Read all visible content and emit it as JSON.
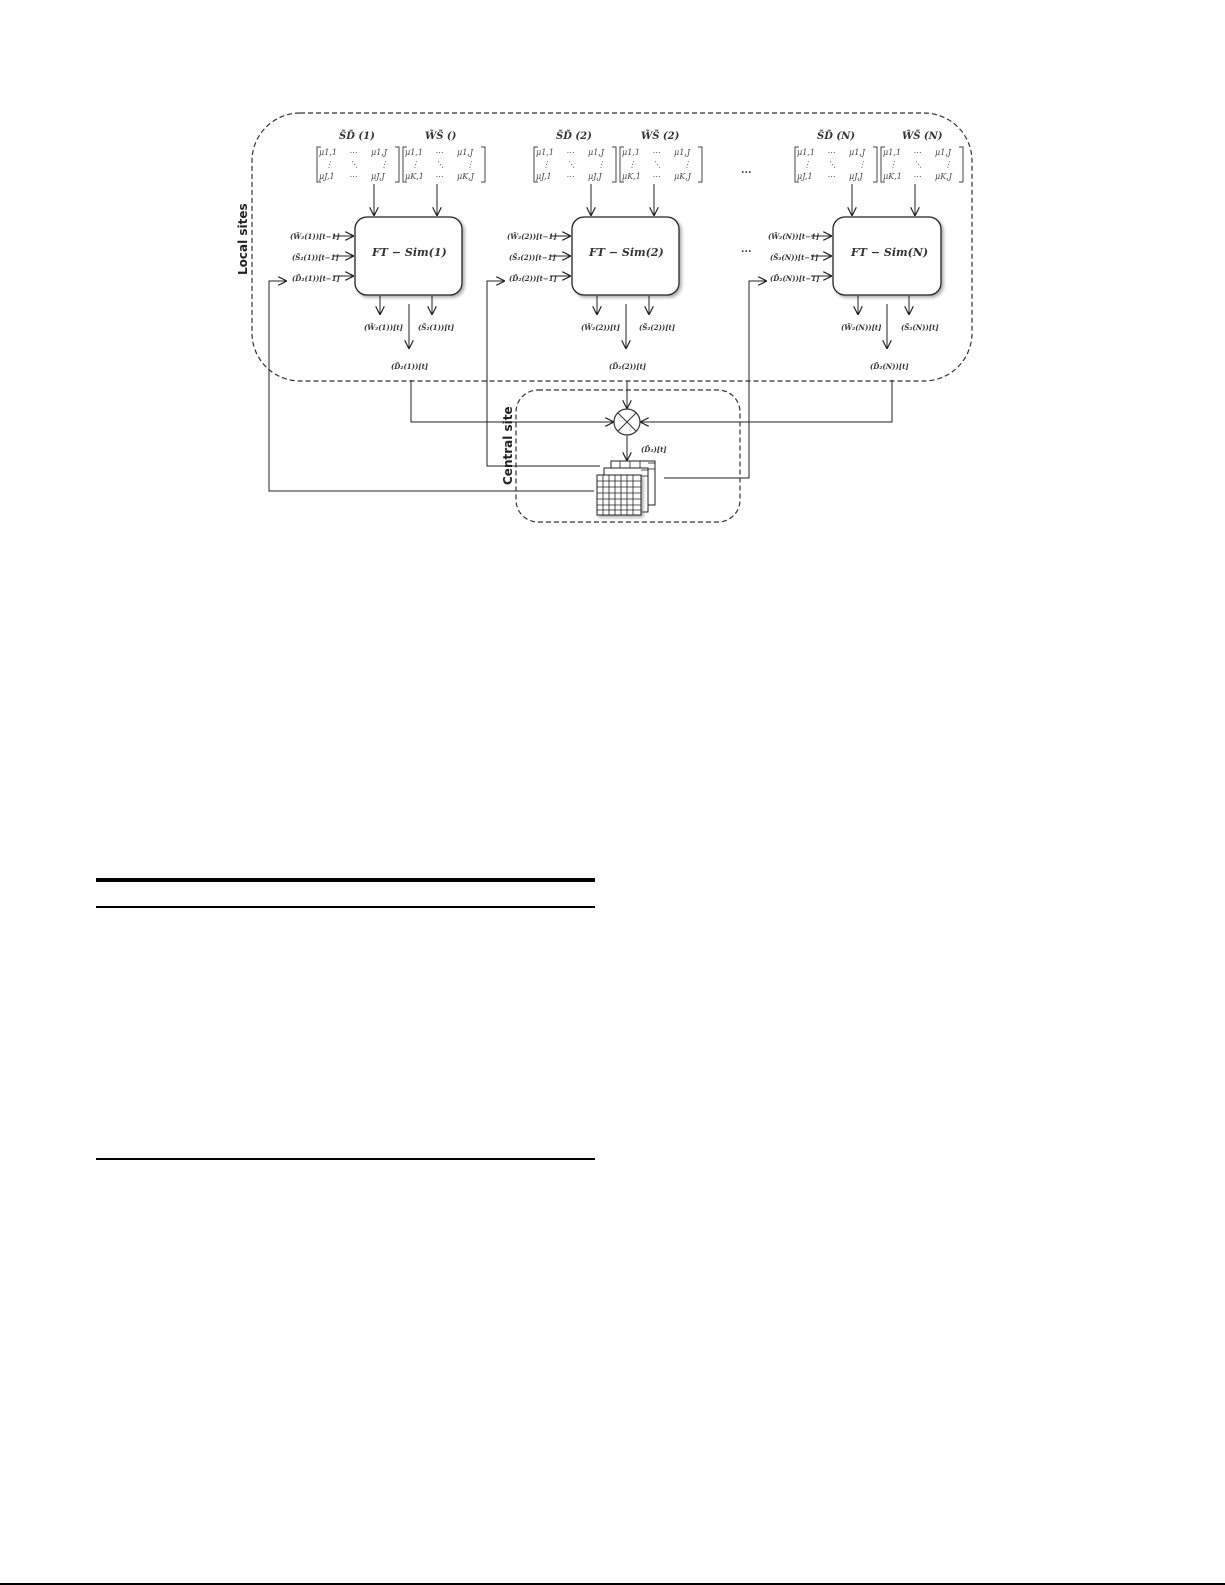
{
  "figure": {
    "side_labels": {
      "local": "Local sites",
      "central": "Central site"
    },
    "ellipsis": "...",
    "sites": [
      {
        "id": "1",
        "sd_label": "S̃D̃ (1)",
        "ws_label": "W̃S̃ ()",
        "box_label": "FT − Sim(1)",
        "inputs": [
          "(W̃₂(1))[t−1]",
          "(S̃₂(1))[t−1]",
          "(D̃₂(1))[t−1]"
        ],
        "out_w": "(W̃₂(1))[t]",
        "out_s": "(S̃₂(1))[t]",
        "out_d": "(D̃₂(1))[t]"
      },
      {
        "id": "2",
        "sd_label": "S̃D̃ (2)",
        "ws_label": "W̃S̃ (2)",
        "box_label": "FT − Sim(2)",
        "inputs": [
          "(W̃₂(2))[t−1]",
          "(S̃₂(2))[t−1]",
          "(D̃₂(2))[t−1]"
        ],
        "out_w": "(W̃₂(2))[t]",
        "out_s": "(S̃₂(2))[t]",
        "out_d": "(D̃₂(2))[t]"
      },
      {
        "id": "N",
        "sd_label": "S̃D̃ (N)",
        "ws_label": "W̃S̃ (N)",
        "box_label": "FT − Sim(N)",
        "inputs": [
          "(W̃₂(N))[t−1]",
          "(S̃₂(N))[t−1]",
          "(D̃₂(N))[t−1]"
        ],
        "out_w": "(W̃₂(N))[t]",
        "out_s": "(S̃₂(N))[t]",
        "out_d": "(D̃₂(N))[t]"
      }
    ],
    "sd_matrix": {
      "r1c1": "μ1,1",
      "r1c2": "⋯",
      "r1c3": "μ1,J",
      "r2c1": "⋮",
      "r2c2": "⋱",
      "r2c3": "⋮",
      "r3c1": "μJ,1",
      "r3c2": "⋯",
      "r3c3": "μJ,J"
    },
    "ws_matrix": {
      "r1c1": "μ1,1",
      "r1c2": "⋯",
      "r1c3": "μ1,J",
      "r2c1": "⋮",
      "r2c2": "⋱",
      "r2c3": "⋮",
      "r3c1": "μK,1",
      "r3c2": "⋯",
      "r3c3": "μK,J"
    },
    "central_output": "(D̃₂)[t]",
    "aggregator_symbol": "⊗"
  },
  "table": {
    "rows": []
  }
}
